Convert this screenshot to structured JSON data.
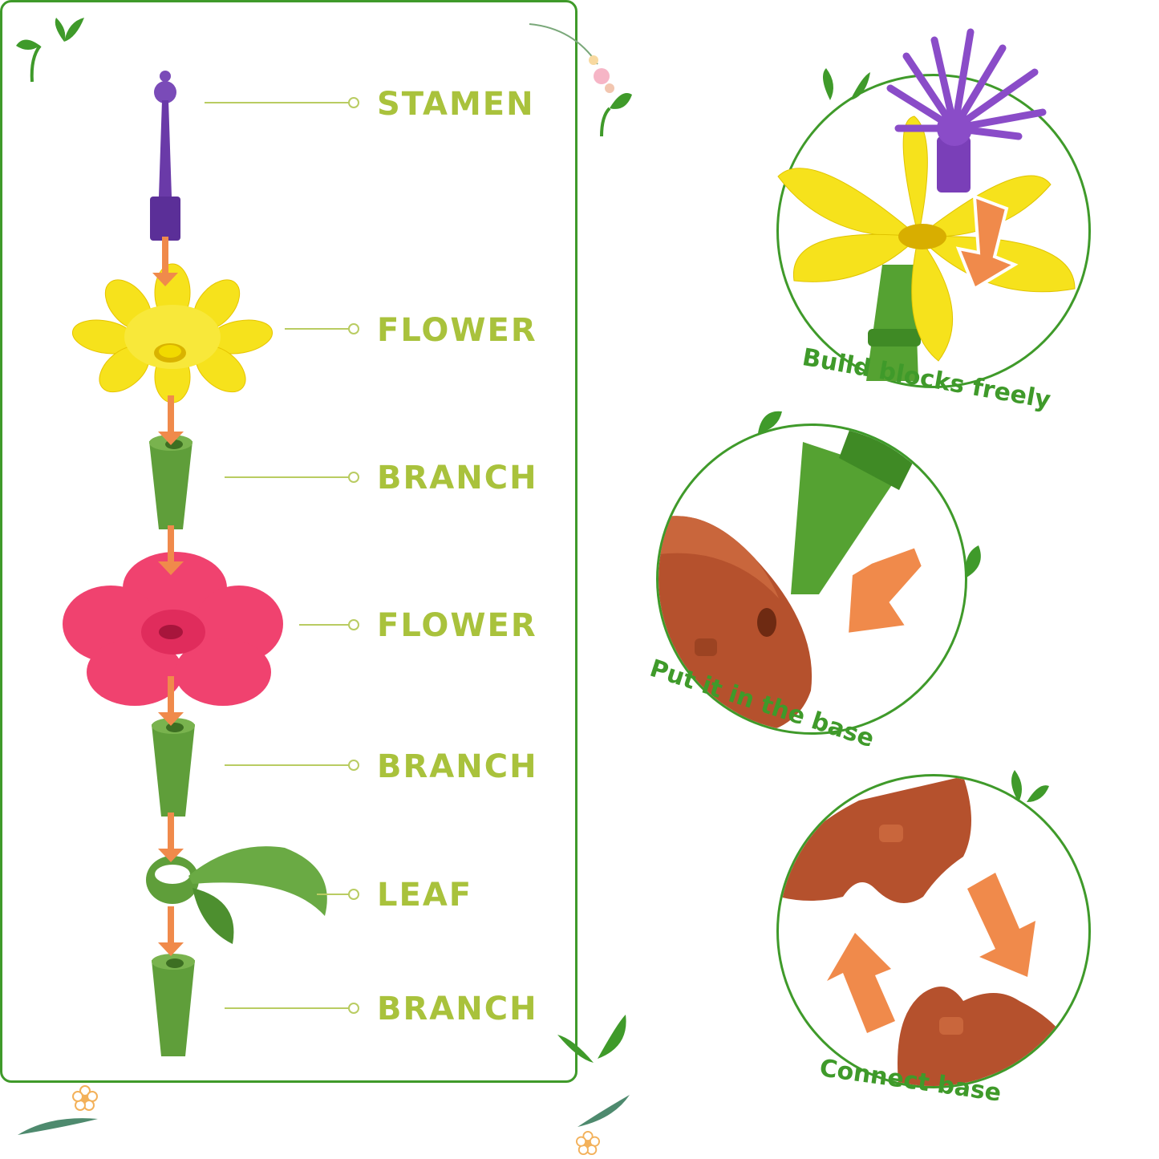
{
  "colors": {
    "frame_green": "#3f9a2a",
    "label_green": "#a9c23c",
    "arrow_orange": "#f08a4b",
    "stamen_purple": "#6a3aa8",
    "yellow_petal": "#f6e21c",
    "pink_petal": "#f0426f",
    "branch_green": "#5f9e3a",
    "base_brown": "#b5512d"
  },
  "parts": [
    {
      "label": "STAMEN",
      "icon": "stamen-icon"
    },
    {
      "label": "FLOWER",
      "icon": "daisy-flower-icon"
    },
    {
      "label": "BRANCH",
      "icon": "branch-icon"
    },
    {
      "label": "FLOWER",
      "icon": "hibiscus-flower-icon"
    },
    {
      "label": "BRANCH",
      "icon": "branch-icon"
    },
    {
      "label": "LEAF",
      "icon": "leaf-icon"
    },
    {
      "label": "BRANCH",
      "icon": "branch-icon"
    }
  ],
  "steps": [
    {
      "caption": "Build blocks freely"
    },
    {
      "caption": "Put it in the base"
    },
    {
      "caption": "Connect base"
    }
  ]
}
